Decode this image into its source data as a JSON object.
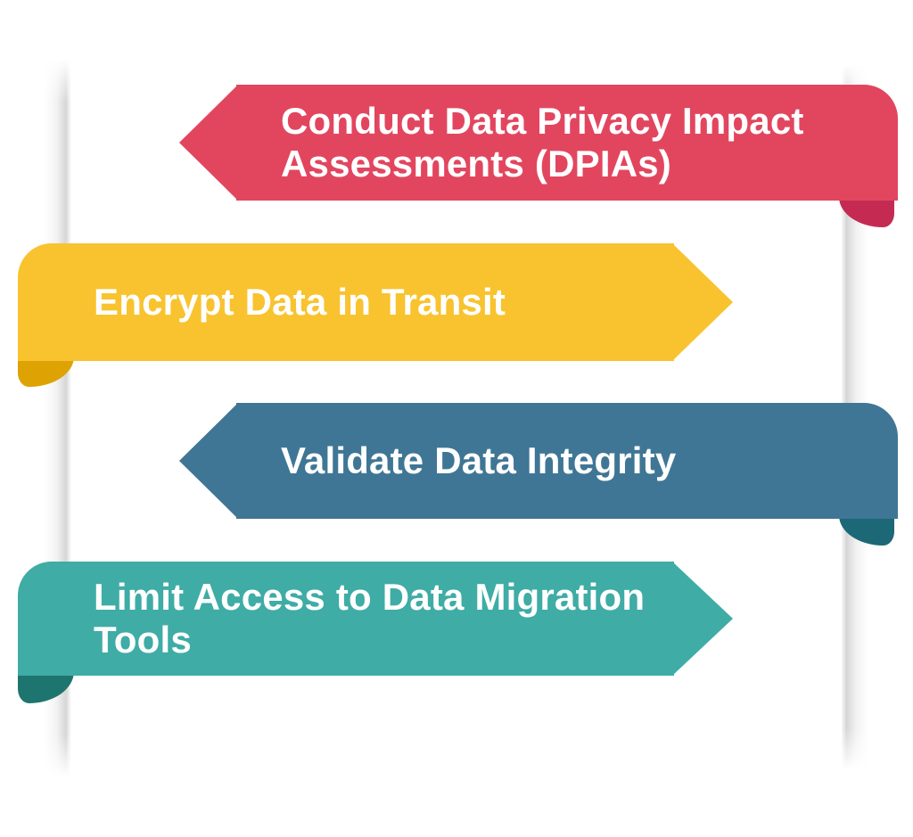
{
  "style": {
    "page_background": "#FFFFFF",
    "text_color": "#FFFFFF",
    "edge_shadow_color": "#BDBDBD"
  },
  "banners": [
    {
      "name": "conduct-dpia",
      "attached_edge": "right",
      "arrow_direction": "left",
      "color": "#E2465F",
      "fold_color": "#C52B52",
      "text": "Conduct Data Privacy Impact Assessments (DPIAs)",
      "lines": [
        "Conduct Data Privacy Impact",
        "Assessments (DPIAs)"
      ]
    },
    {
      "name": "encrypt-data-in-transit",
      "attached_edge": "left",
      "arrow_direction": "right",
      "color": "#F8C32F",
      "fold_color": "#DEA302",
      "text": "Encrypt Data in Transit",
      "lines": [
        "Encrypt Data in Transit"
      ]
    },
    {
      "name": "validate-data-integrity",
      "attached_edge": "right",
      "arrow_direction": "left",
      "color": "#3F7695",
      "fold_color": "#1D6877",
      "text": "Validate Data Integrity",
      "lines": [
        "Validate Data Integrity"
      ]
    },
    {
      "name": "limit-access-to-data-migration-tools",
      "attached_edge": "left",
      "arrow_direction": "right",
      "color": "#3FACA6",
      "fold_color": "#1E756F",
      "text": "Limit Access to Data Migration Tools",
      "lines": [
        "Limit Access to Data Migration",
        "Tools"
      ]
    }
  ]
}
